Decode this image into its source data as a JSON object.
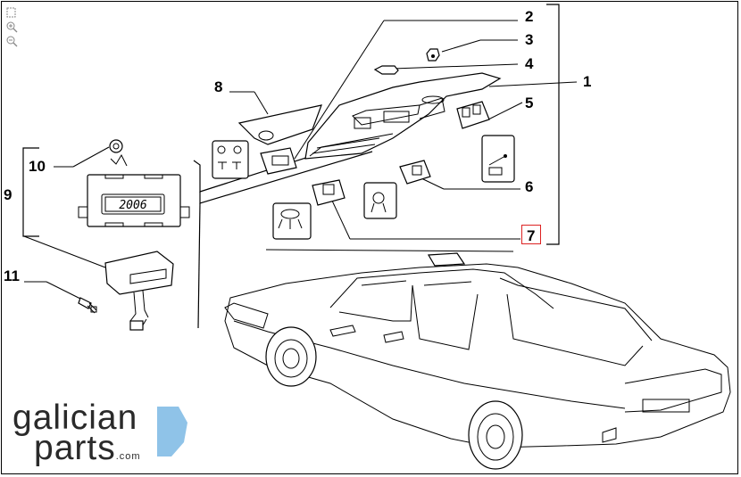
{
  "toolbar": {
    "items": [
      {
        "name": "fullscreen",
        "icon": "fullscreen-icon"
      },
      {
        "name": "zoom-in",
        "icon": "zoom-in-icon"
      },
      {
        "name": "zoom-out",
        "icon": "zoom-out-icon"
      }
    ]
  },
  "callouts": [
    "1",
    "2",
    "3",
    "4",
    "5",
    "6",
    "7",
    "8",
    "9",
    "10",
    "11"
  ],
  "highlighted_callout": "7",
  "clock_display": "2006",
  "logo": {
    "line1": "galician",
    "line2": "parts",
    "domain": ".com",
    "accent_color": "#8fc3e8"
  }
}
